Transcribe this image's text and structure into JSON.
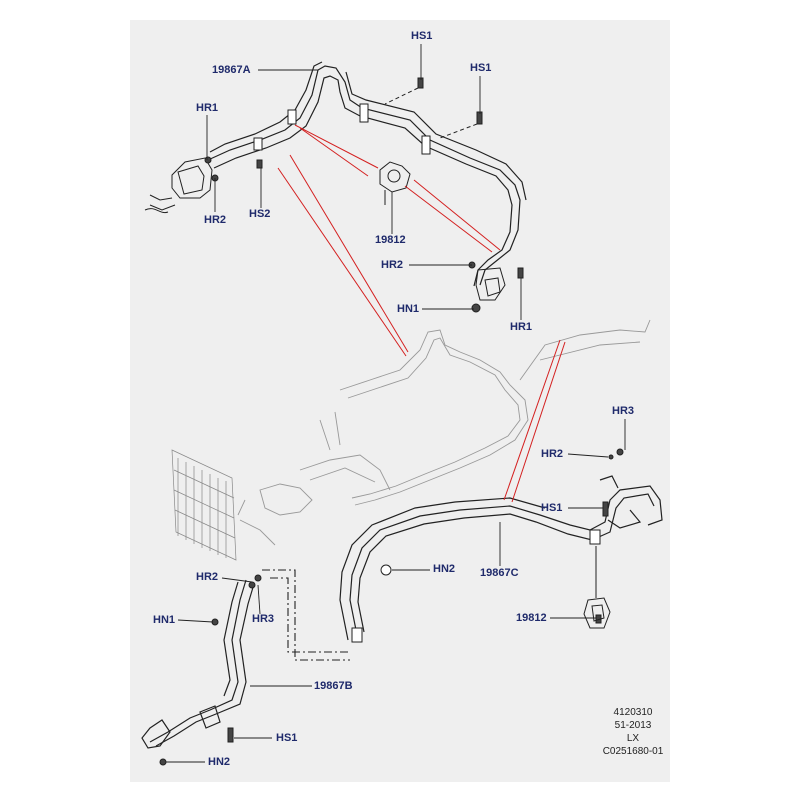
{
  "colors": {
    "background": "#efefef",
    "label": "#1f2a6b",
    "callout": "#d42020",
    "line": "#222222"
  },
  "labels": {
    "hs1_a": "HS1",
    "hs1_b": "HS1",
    "pipe_a": "19867A",
    "hr1_a": "HR1",
    "hr2_a": "HR2",
    "hs2": "HS2",
    "valve_a": "19812",
    "hr2_b": "HR2",
    "hn1_a": "HN1",
    "hr1_b": "HR1",
    "hr3_a": "HR3",
    "hr2_c": "HR2",
    "hs1_c": "HS1",
    "hn2_a": "HN2",
    "pipe_c": "19867C",
    "valve_b": "19812",
    "hr2_d": "HR2",
    "hn1_b": "HN1",
    "hr3_b": "HR3",
    "pipe_b": "19867B",
    "hs1_d": "HS1",
    "hn2_b": "HN2"
  },
  "stamp": {
    "line1": "4120310",
    "line2": "51-2013",
    "line3": "LX",
    "line4": "C0251680-01"
  }
}
